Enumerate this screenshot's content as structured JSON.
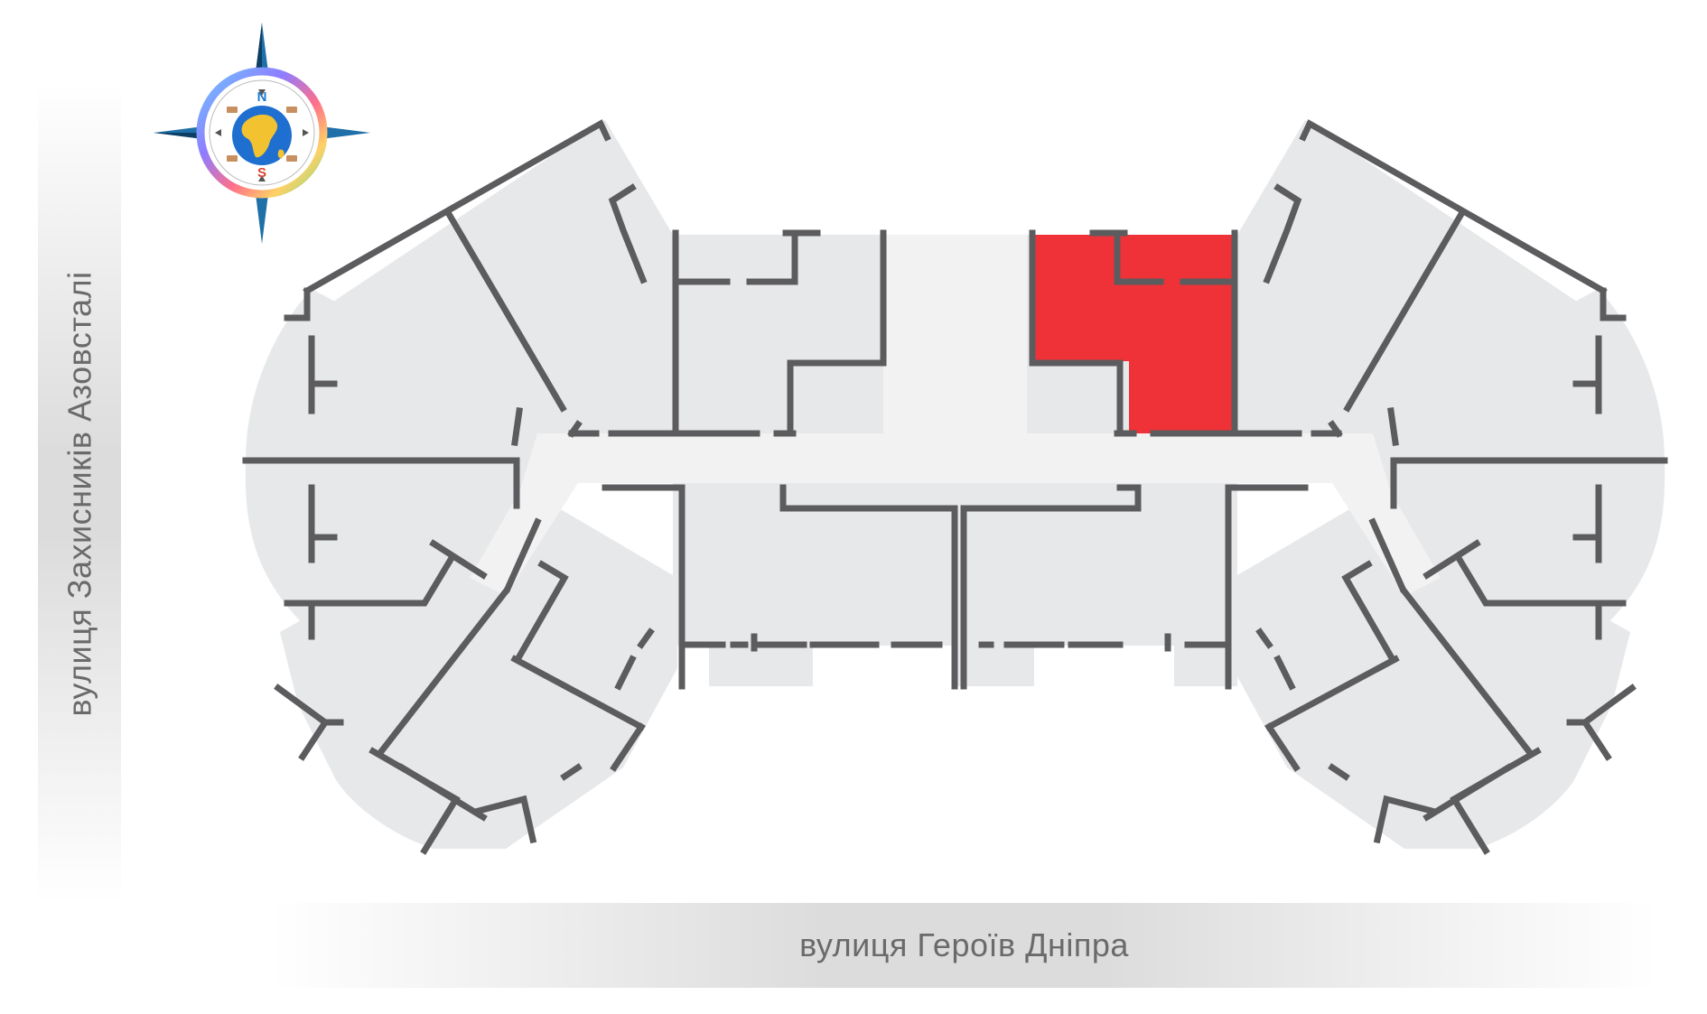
{
  "streets": {
    "left": "вулиця Захисників Азовсталі",
    "bottom": "вулиця Героїв Дніпра"
  },
  "compass": {
    "north_label": "N",
    "south_label": "S",
    "icon": "compass-rose-with-globe"
  },
  "colors": {
    "floor_fill": "#e7e8ea",
    "corridor_fill": "#f2f2f2",
    "wall": "#5c5c5f",
    "highlight": "#ee3237",
    "street": "#dcdcdc",
    "street_text": "#6a6a6a"
  },
  "plan": {
    "highlighted_unit": "selected-apartment"
  }
}
